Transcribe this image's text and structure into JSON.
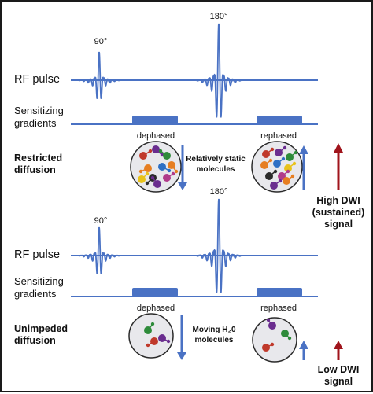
{
  "colors": {
    "line": "#4a72c4",
    "arrow_blue": "#4a72c4",
    "arrow_red": "#a0141c",
    "circle_fill": "#e8e8ec",
    "circle_stroke": "#2b2b2b",
    "border": "#1a1a1a"
  },
  "top": {
    "angle_90": "90°",
    "angle_180": "180°",
    "rf_label": "RF pulse",
    "sens_line1": "Sensitizing",
    "sens_line2": "gradients",
    "dephased": "dephased",
    "rephased": "rephased",
    "diffusion_line1": "Restricted",
    "diffusion_line2": "diffusion",
    "molecules_line1": "Relatively static",
    "molecules_line2": "molecules"
  },
  "bottom": {
    "angle_90": "90°",
    "angle_180": "180°",
    "rf_label": "RF pulse",
    "sens_line1": "Sensitizing",
    "sens_line2": "gradients",
    "dephased": "dephased",
    "rephased": "rephased",
    "diffusion_line1": "Unimpeded",
    "diffusion_line2": "diffusion",
    "molecules_line1": "Moving H₂0",
    "molecules_line2": "molecules"
  },
  "high_signal": {
    "line1": "High DWI",
    "line2": "(sustained)",
    "line3": "signal"
  },
  "low_signal": {
    "line1": "Low DWI",
    "line2": "signal"
  },
  "molecule_colors": [
    "#c0392b",
    "#6a2d8f",
    "#2e8b3a",
    "#e67e22",
    "#2e6fc4",
    "#e8c21a",
    "#2a2a2a",
    "#b03a8a"
  ]
}
